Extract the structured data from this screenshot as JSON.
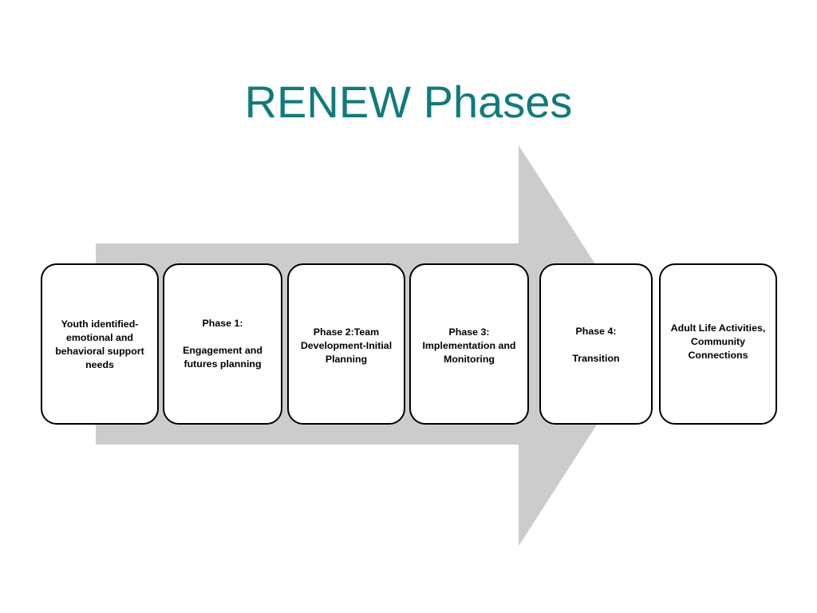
{
  "slide": {
    "title": "RENEW Phases",
    "title_color": "#0E7C7B",
    "background_color": "#FFFFFF"
  },
  "arrow": {
    "name": "right-pointing-block-arrow",
    "fill_color": "#CCCCCC",
    "direction": "right"
  },
  "phases": [
    {
      "id": "youth-identified-needs",
      "text": "Youth identified-emotional and behavioral support needs"
    },
    {
      "id": "phase-1",
      "text": "Phase 1:\n\nEngagement and futures planning"
    },
    {
      "id": "phase-2",
      "text": "Phase 2:Team Development-Initial Planning"
    },
    {
      "id": "phase-3",
      "text": "Phase 3: Implementation and Monitoring"
    },
    {
      "id": "phase-4",
      "text": "Phase 4:\n\nTransition"
    },
    {
      "id": "adult-life",
      "text": "Adult Life Activities, Community Connections"
    }
  ]
}
